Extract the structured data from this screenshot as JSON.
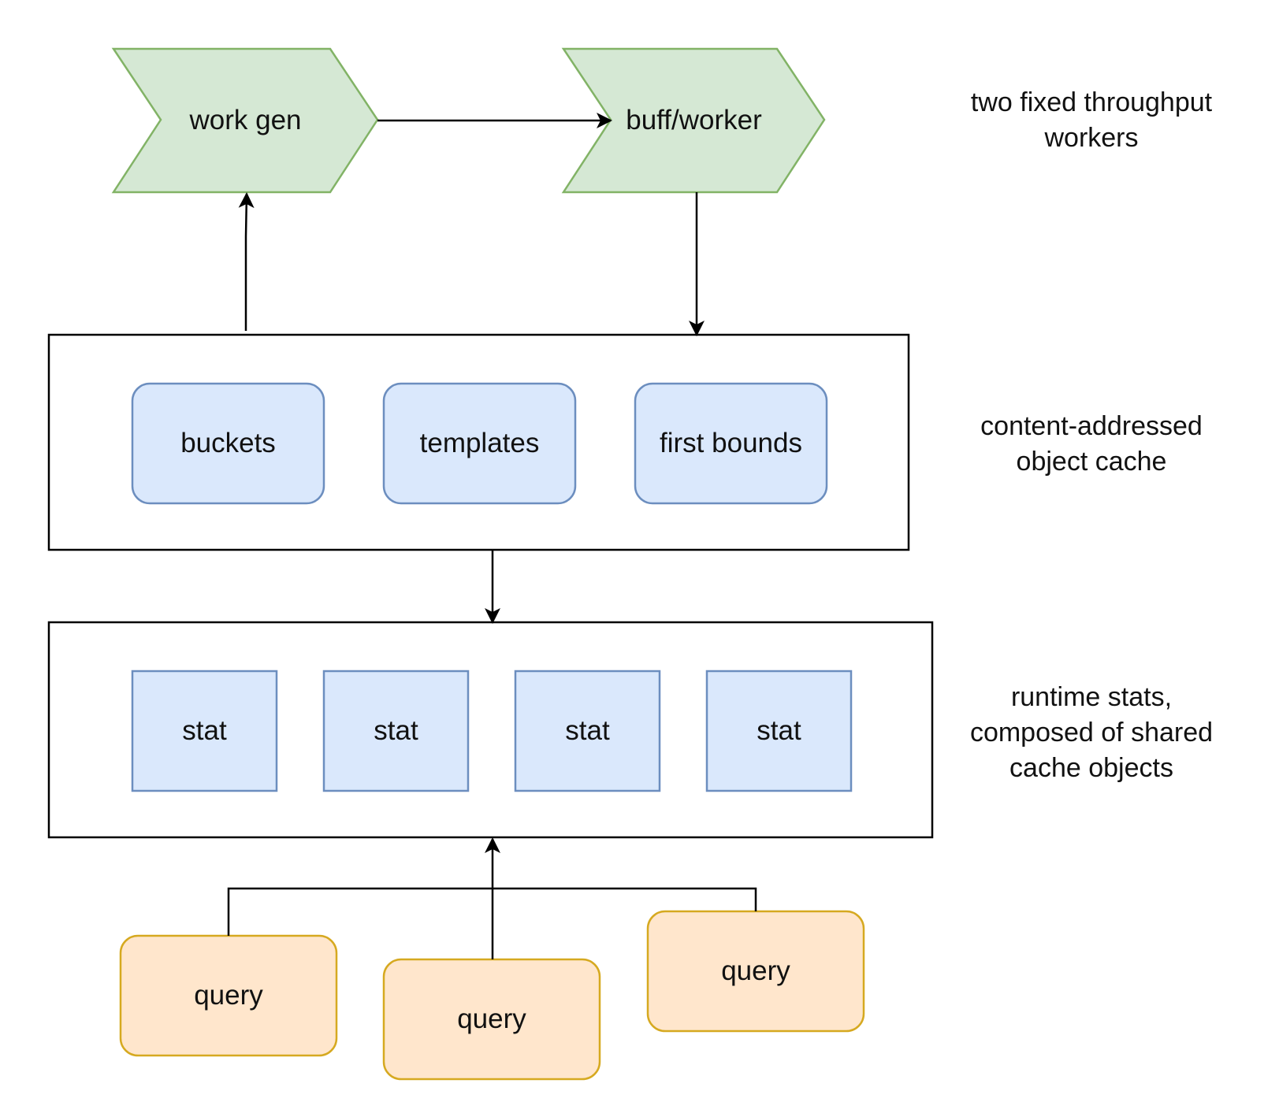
{
  "workers": {
    "work_gen": "work gen",
    "buff_worker": "buff/worker",
    "fill": "#d5e8d4",
    "stroke": "#82b366"
  },
  "cache": {
    "items": [
      "buckets",
      "templates",
      "first bounds"
    ],
    "fill": "#dae8fc",
    "stroke": "#6c8ebf"
  },
  "stats": {
    "items": [
      "stat",
      "stat",
      "stat",
      "stat"
    ],
    "fill": "#dae8fc",
    "stroke": "#6c8ebf"
  },
  "queries": {
    "items": [
      "query",
      "query",
      "query"
    ],
    "fill": "#ffe6cc",
    "stroke": "#d6a920"
  },
  "annotations": {
    "workers": [
      "two fixed throughput",
      "workers"
    ],
    "cache": [
      "content-addressed",
      "object cache"
    ],
    "stats": [
      "runtime stats,",
      "composed of shared",
      "cache objects"
    ]
  }
}
